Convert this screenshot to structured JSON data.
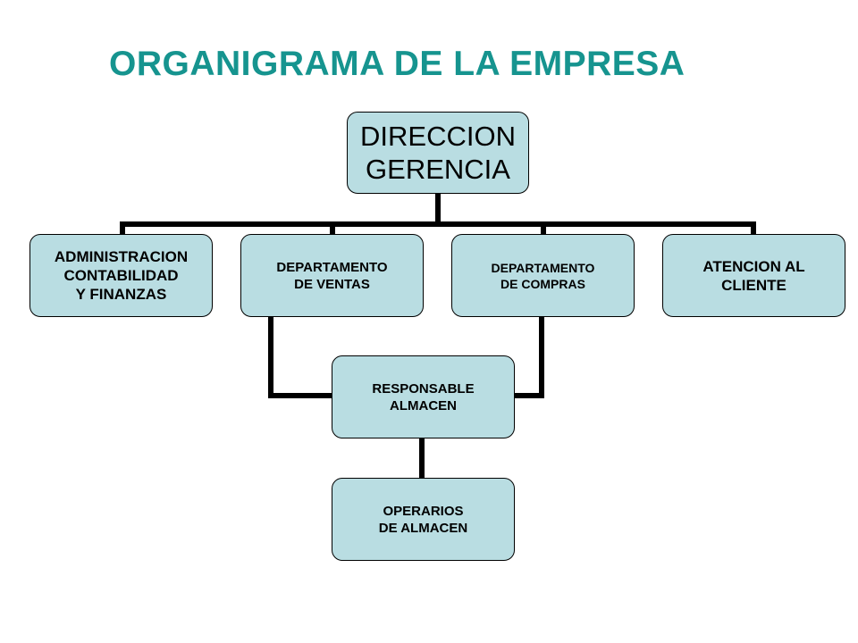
{
  "title": "ORGANIGRAMA DE LA EMPRESA",
  "colors": {
    "title": "#16948f",
    "node_fill": "#b9dde2",
    "node_border": "#000000",
    "connector": "#000000"
  },
  "nodes": {
    "direccion": {
      "line1": "DIRECCION",
      "line2": "GERENCIA"
    },
    "administracion": {
      "line1": "ADMINISTRACION",
      "line2": "CONTABILIDAD",
      "line3": "Y FINANZAS"
    },
    "ventas": {
      "line1": "DEPARTAMENTO",
      "line2": "DE VENTAS"
    },
    "compras": {
      "line1": "DEPARTAMENTO",
      "line2": "DE COMPRAS"
    },
    "atencion": {
      "line1": "ATENCION AL",
      "line2": "CLIENTE"
    },
    "almacen": {
      "line1": "RESPONSABLE",
      "line2": "ALMACEN"
    },
    "operarios": {
      "line1": "OPERARIOS",
      "line2": "DE ALMACEN"
    }
  }
}
